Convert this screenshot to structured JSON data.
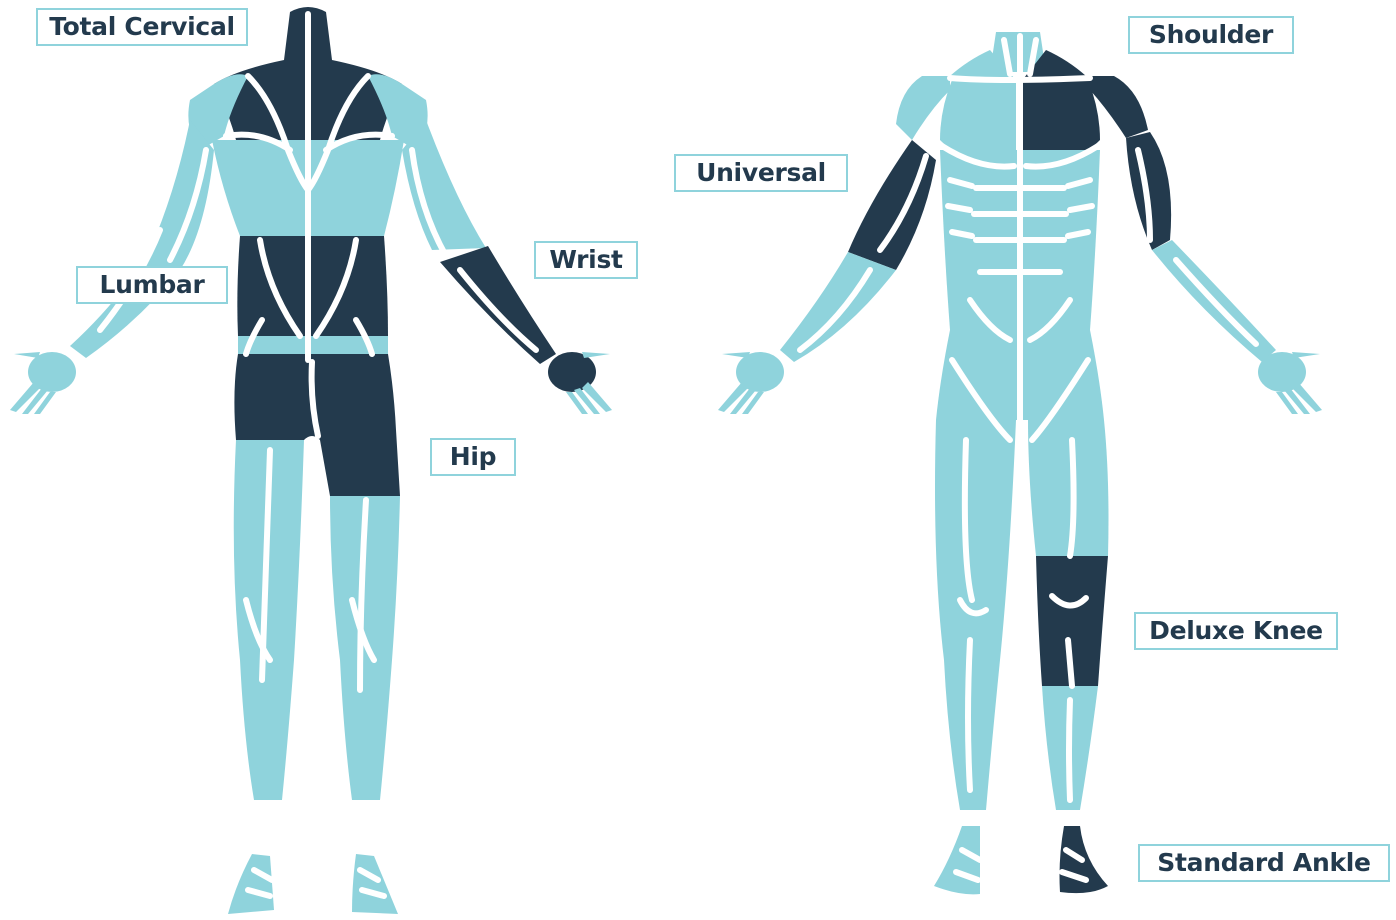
{
  "colors": {
    "light": "#8fd3dc",
    "dark": "#233a4d",
    "line": "#ffffff"
  },
  "labels": {
    "total_cervical": "Total Cervical",
    "lumbar": "Lumbar",
    "wrist": "Wrist",
    "hip": "Hip",
    "shoulder": "Shoulder",
    "universal": "Universal",
    "deluxe_knee": "Deluxe Knee",
    "standard_ankle": "Standard Ankle"
  },
  "figures": {
    "back": "back-view",
    "front": "front-view"
  }
}
